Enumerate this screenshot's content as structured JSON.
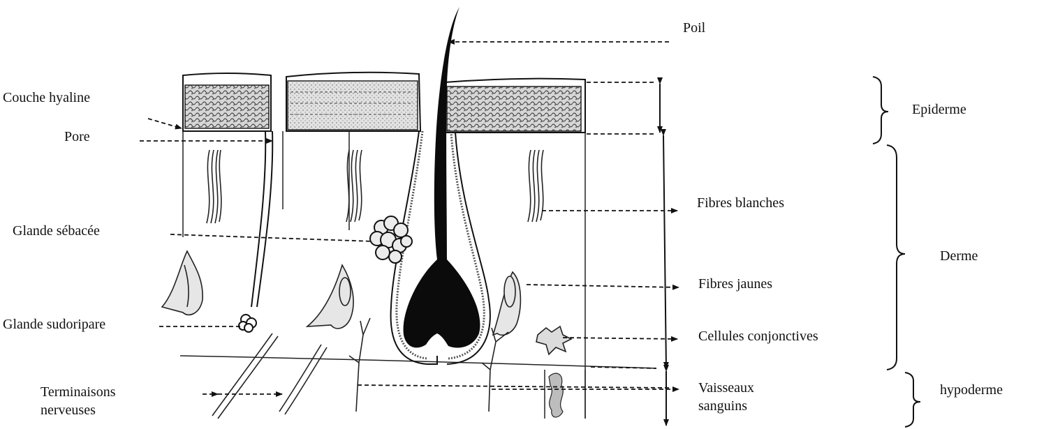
{
  "figure": {
    "labels": {
      "poil": "Poil",
      "couche_hyaline": "Couche hyaline",
      "pore": "Pore",
      "glande_sebacee": "Glande sébacée",
      "glande_sudoripare": "Glande sudoripare",
      "terminaisons_line1": "Terminaisons",
      "terminaisons_line2": "nerveuses",
      "fibres_blanches": "Fibres blanches",
      "fibres_jaunes": "Fibres jaunes",
      "cellules_conjonctives": "Cellules conjonctives",
      "vaisseaux_line1": "Vaisseaux",
      "vaisseaux_line2": "sanguins"
    },
    "layers": {
      "epiderme": "Epiderme",
      "derme": "Derme",
      "hypoderme": "hypoderme"
    }
  },
  "colors": {
    "ink": "#111111",
    "hair": "#0b0b0b",
    "stratum_fill": "#cfcfcf",
    "background": "#ffffff"
  }
}
